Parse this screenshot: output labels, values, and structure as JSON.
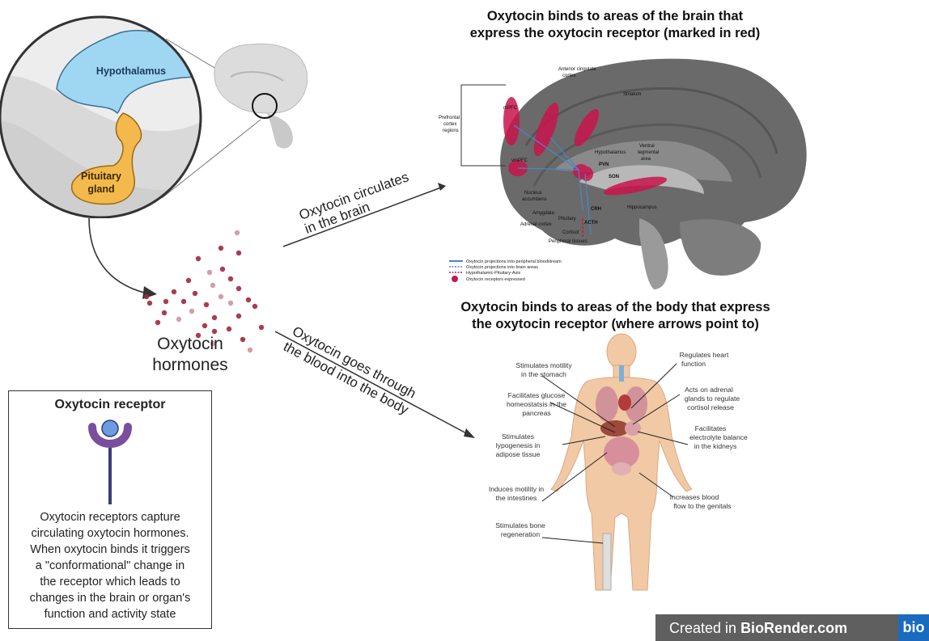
{
  "pituitary_inset": {
    "hypothalamus_label": "Hypothalamus",
    "pituitary_label_line1": "Pituitary",
    "pituitary_label_line2": "gland"
  },
  "hormones": {
    "label_line1": "Oxytocin",
    "label_line2": "hormones"
  },
  "arrows": {
    "brain_line1": "Oxytocin circulates",
    "brain_line2": "in the brain",
    "body_line1": "Oxytocin goes through",
    "body_line2": "the blood into the body"
  },
  "brain_panel": {
    "title_line1": "Oxytocin binds to areas of the brain that",
    "title_line2": "express the oxytocin receptor (marked in red)",
    "regions": {
      "anterior_cingulate": "Anterior cingulate",
      "anterior_cingulate_2": "cortex",
      "striatum": "Striatum",
      "prefrontal_1": "Prefrontal",
      "prefrontal_2": "cortex",
      "prefrontal_3": "regions",
      "mpfc": "mPFC",
      "vmpfc": "vmPFC",
      "hypothalamus": "Hypothalamus",
      "vta_1": "Ventral",
      "vta_2": "tegmental",
      "vta_3": "area",
      "pvn": "PVN",
      "son": "SON",
      "nucleus_1": "Nucleus",
      "nucleus_2": "accumbens",
      "amygdala": "Amygdala",
      "pituitary": "Pituitary",
      "crh": "CRH",
      "acth": "ACTH",
      "adrenal": "Adrenal cortex",
      "cortisol": "Cortisol",
      "peripheral": "Peripheral tissues",
      "hippocampus": "Hippocampus"
    },
    "legend": [
      "Oxytocin projections into peripheral bloodstream",
      "Oxytocin projections into brain areas",
      "Hypothalamic-Pituitary-Axis",
      "Oxytocin receptors expressed"
    ]
  },
  "body_panel": {
    "title_line1": "Oxytocin binds to areas of the body that express",
    "title_line2": "the oxytocin receptor (where arrows point to)",
    "labels": {
      "stomach_1": "Stimulates motility",
      "stomach_2": "in the stomach",
      "pancreas_1": "Facilitates glucose",
      "pancreas_2": "homeostatsis in the",
      "pancreas_3": "pancreas",
      "adipose_1": "Stimulates",
      "adipose_2": "lypogenesis in",
      "adipose_3": "adipose tissue",
      "intestines_1": "Induces motility in",
      "intestines_2": "the intestines",
      "bone_1": "Stimulates bone",
      "bone_2": "regeneration",
      "heart_1": "Regulates heart",
      "heart_2": "function",
      "adrenal_1": "Acts on adrenal",
      "adrenal_2": "glands to regulate",
      "adrenal_3": "cortisol release",
      "kidney_1": "Facilitates",
      "kidney_2": "electrolyte balance",
      "kidney_3": "in the kidneys",
      "genitals_1": "Increases blood",
      "genitals_2": "flow to the genitals"
    }
  },
  "receptor_box": {
    "title": "Oxytocin receptor",
    "lines": [
      "Oxytocin receptors capture",
      "circulating oxytocin hormones.",
      "When oxytocin binds it triggers",
      "a \"conformational\" change in",
      "the receptor which leads to",
      "changes in the brain or organ's",
      "function and activity state"
    ]
  },
  "footer": {
    "created_in": "Created in ",
    "brand": "BioRender.com",
    "badge": "bio"
  },
  "colors": {
    "hypothalamus": "#9fd6f2",
    "pituitary": "#f4b94c",
    "hormone_dot": "#a0283a",
    "receptor_red": "#c8154d",
    "receptor_purple": "#7a4e9e",
    "receptor_head": "#6d9ae0"
  }
}
